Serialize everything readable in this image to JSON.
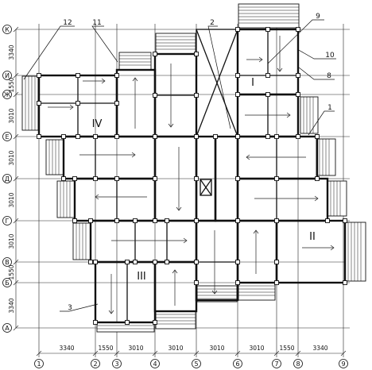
{
  "grid": {
    "rows": [
      "К",
      "И",
      "Ж",
      "Е",
      "Д",
      "Г",
      "В",
      "Б",
      "А"
    ],
    "cols": [
      "1",
      "2",
      "3",
      "4",
      "5",
      "6",
      "7",
      "8",
      "9"
    ]
  },
  "dimensions": {
    "left": [
      "3340",
      "1550",
      "3010",
      "3010",
      "3010",
      "3010",
      "1550",
      "3340"
    ],
    "bottom": [
      "3340",
      "1550",
      "3010",
      "3010",
      "3010",
      "3010",
      "1550",
      "3340"
    ]
  },
  "callouts": [
    "12",
    "11",
    "2",
    "9",
    "10",
    "8",
    "1",
    "3"
  ],
  "section_labels": [
    "I",
    "II",
    "III",
    "IV"
  ],
  "colors": {
    "ink": "#111111",
    "paper": "#ffffff"
  }
}
